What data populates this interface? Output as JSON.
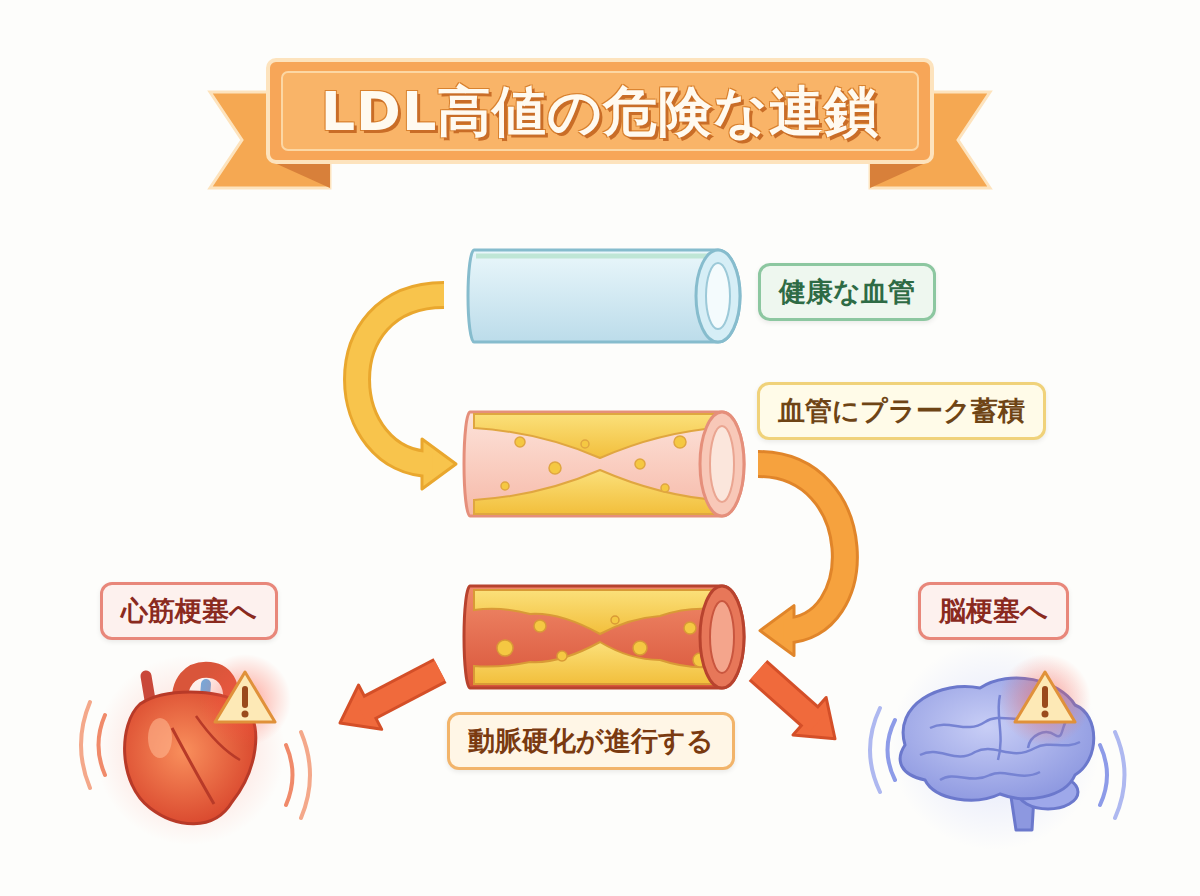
{
  "diagram": {
    "title": "LDL高値の危険な連鎖",
    "nodes": [
      {
        "text": [
          "健康な血管"
        ]
      },
      {
        "text": [
          "血管にプラーク蓄積"
        ]
      },
      {
        "text": [
          "動脈硬化が進行する"
        ]
      },
      {
        "text": [
          "心筋梗塞へ"
        ]
      },
      {
        "text": [
          "脳梗塞へ"
        ]
      }
    ],
    "edges": [
      {
        "from": 0,
        "to": 1,
        "arrow": "to"
      },
      {
        "from": 1,
        "to": 2,
        "arrow": "to"
      },
      {
        "from": 2,
        "to": 3,
        "arrow": "to"
      },
      {
        "from": 2,
        "to": 4,
        "arrow": "to"
      }
    ]
  }
}
